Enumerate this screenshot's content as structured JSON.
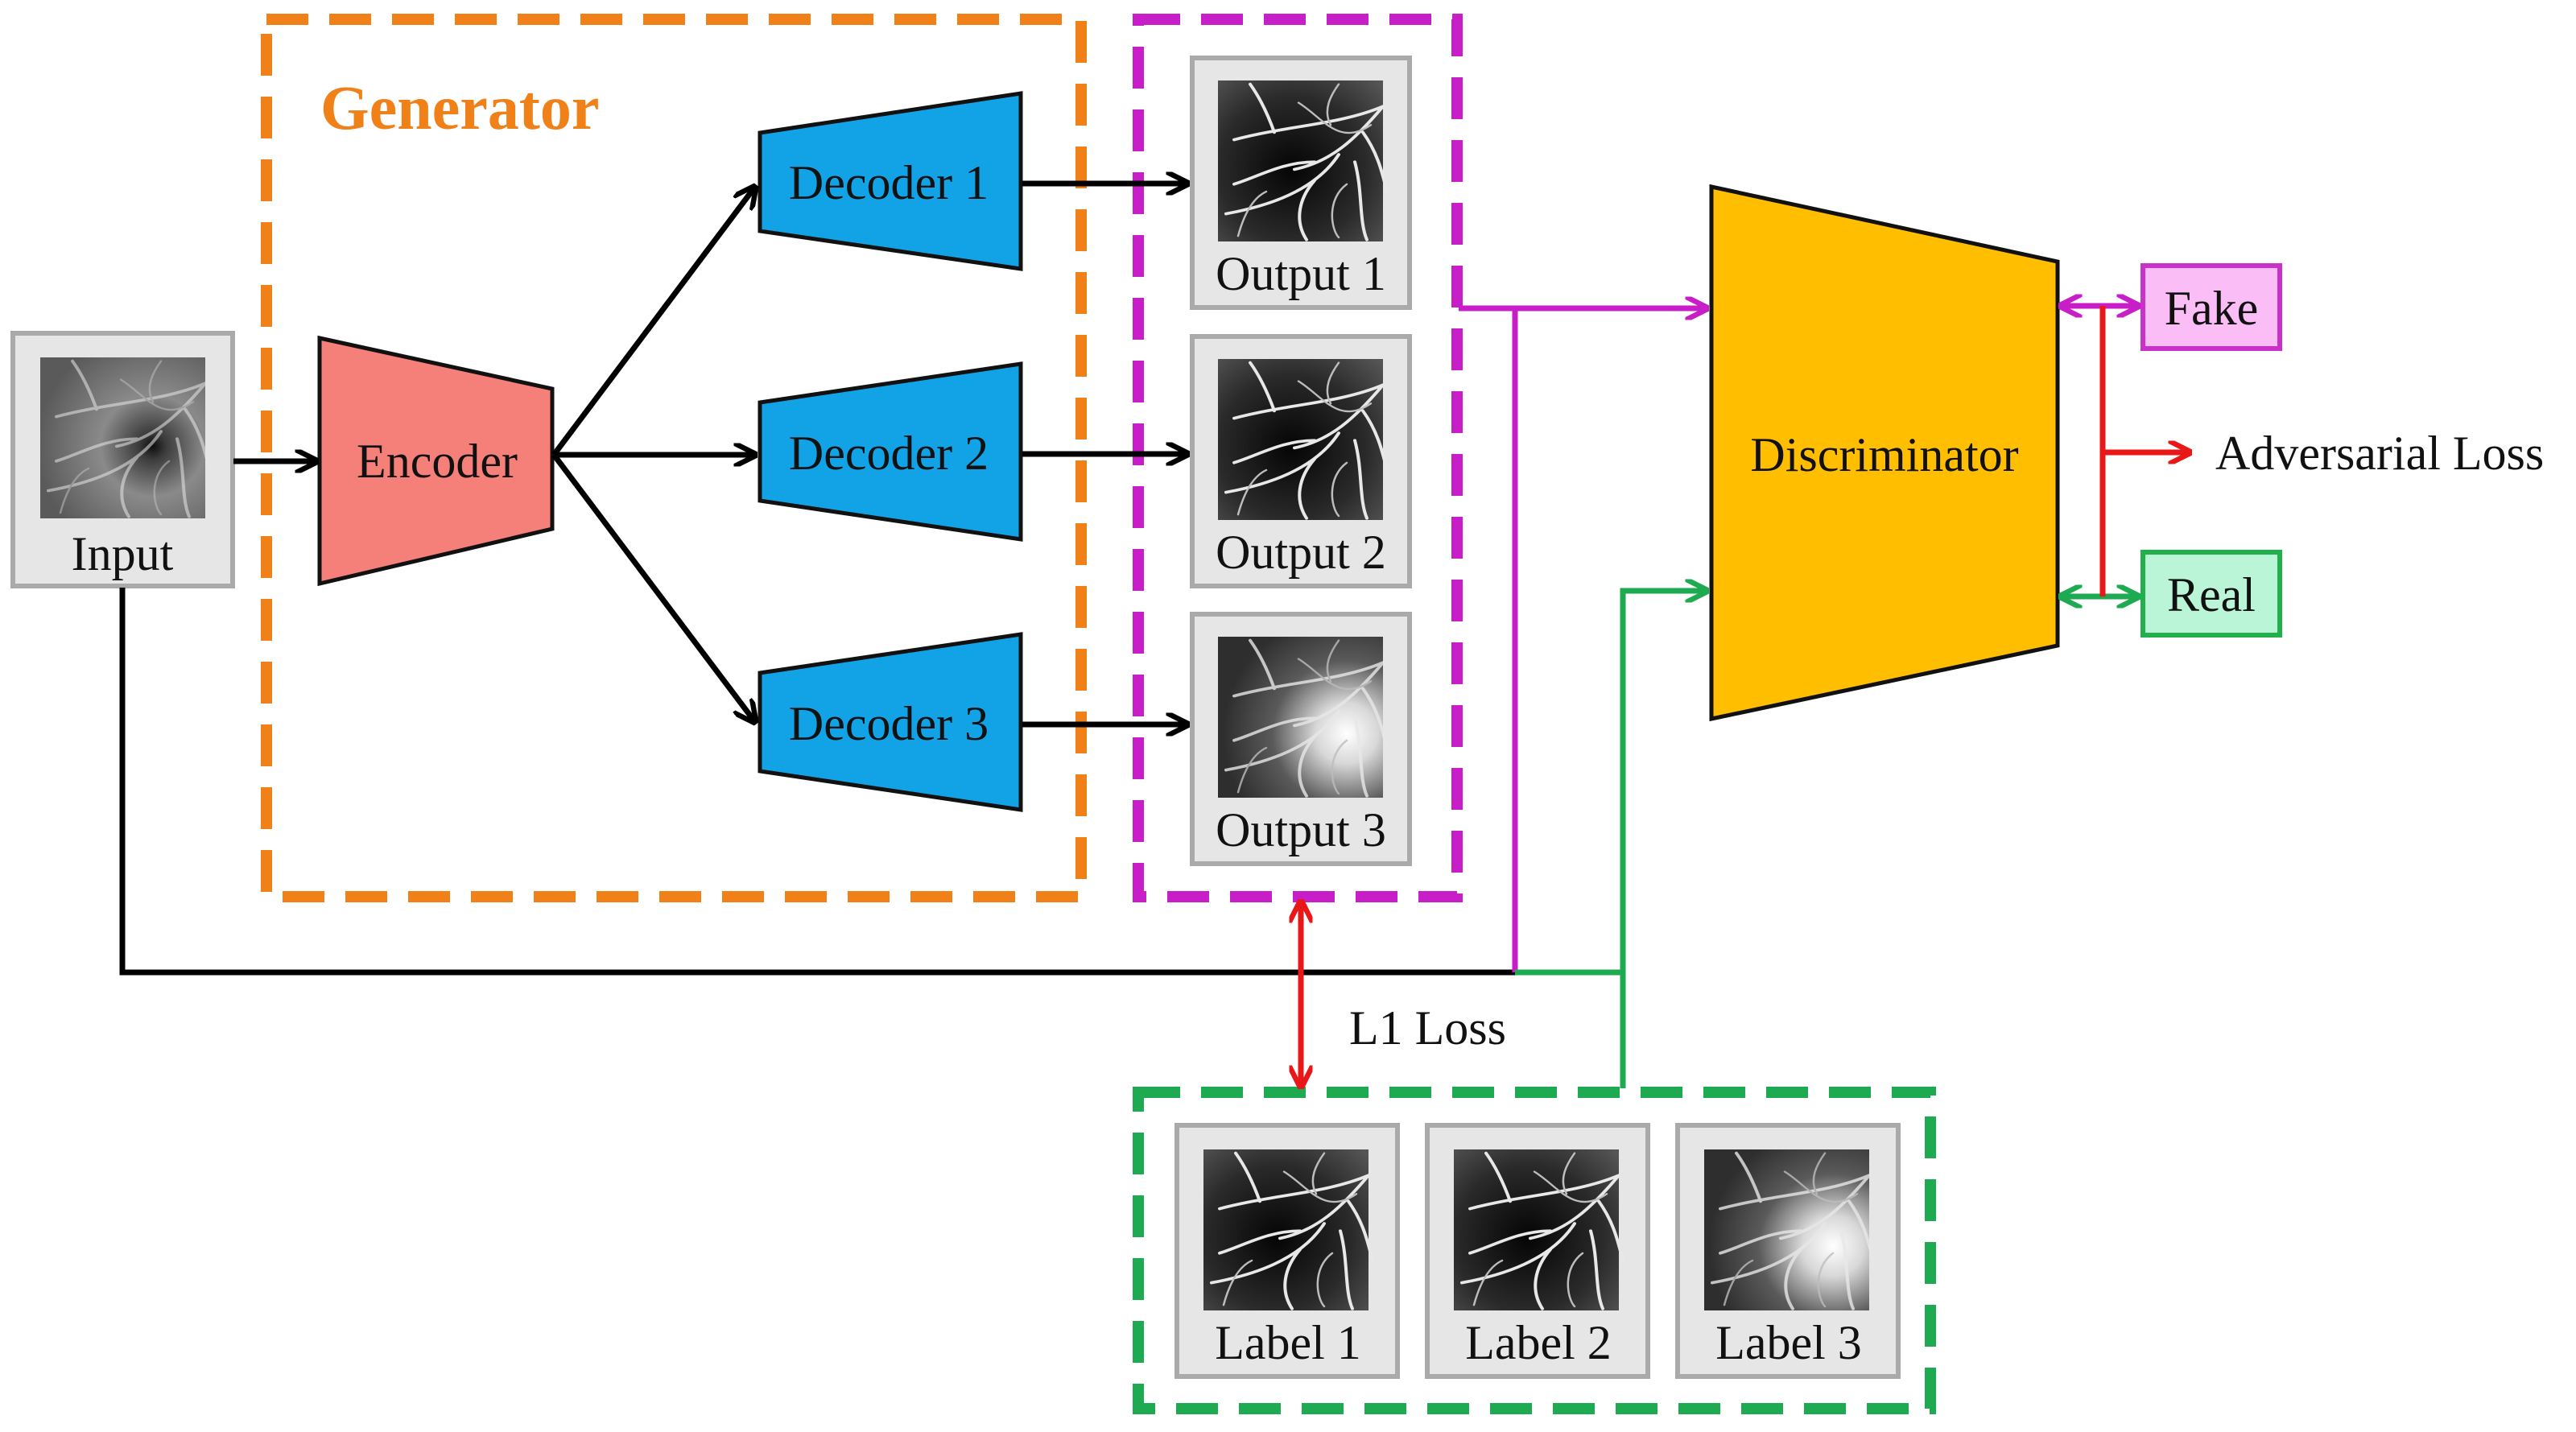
{
  "generator": {
    "title": "Generator",
    "color": "#f08018"
  },
  "input": {
    "label": "Input"
  },
  "encoder": {
    "label": "Encoder",
    "color": "#f5807a"
  },
  "decoders": [
    {
      "label": "Decoder 1"
    },
    {
      "label": "Decoder 2"
    },
    {
      "label": "Decoder 3"
    }
  ],
  "decoder_color": "#12a3e6",
  "outputs": [
    {
      "label": "Output 1"
    },
    {
      "label": "Output 2"
    },
    {
      "label": "Output 3"
    }
  ],
  "labels": [
    {
      "label": "Label 1"
    },
    {
      "label": "Label 2"
    },
    {
      "label": "Label 3"
    }
  ],
  "discriminator": {
    "label": "Discriminator",
    "color": "#ffbf00"
  },
  "fake": {
    "label": "Fake",
    "fill": "#fbbdf6",
    "stroke": "#c832c8"
  },
  "real": {
    "label": "Real",
    "fill": "#b9f5d6",
    "stroke": "#22b04c"
  },
  "losses": {
    "l1": "L1 Loss",
    "adversarial": "Adversarial Loss"
  },
  "colors": {
    "output_group": "#c81ec8",
    "label_group": "#1eaa50",
    "loss_arrow": "#e81818",
    "flow_arrow": "#000000"
  }
}
